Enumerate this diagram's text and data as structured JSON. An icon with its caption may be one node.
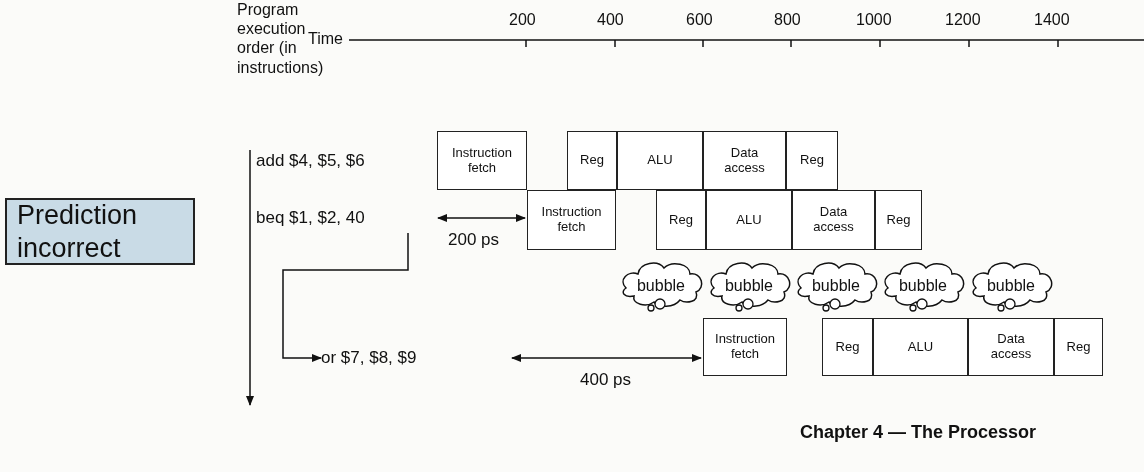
{
  "diagram": {
    "nodes": [
      {
        "text": [
          "Prediction incorrect"
        ]
      },
      {
        "text": [
          "add $4, $5, $6"
        ]
      },
      {
        "text": [
          "beq $1, $2, 40"
        ]
      },
      {
        "text": [
          "or $7, $8, $9"
        ]
      },
      {
        "text": [
          "Instruction fetch"
        ]
      },
      {
        "text": [
          "Reg"
        ]
      },
      {
        "text": [
          "ALU"
        ]
      },
      {
        "text": [
          "Data access"
        ]
      },
      {
        "text": [
          "Reg"
        ]
      },
      {
        "text": [
          "Instruction fetch"
        ]
      },
      {
        "text": [
          "Reg"
        ]
      },
      {
        "text": [
          "ALU"
        ]
      },
      {
        "text": [
          "Data access"
        ]
      },
      {
        "text": [
          "Reg"
        ]
      },
      {
        "text": [
          "bubble"
        ]
      },
      {
        "text": [
          "bubble"
        ]
      },
      {
        "text": [
          "bubble"
        ]
      },
      {
        "text": [
          "bubble"
        ]
      },
      {
        "text": [
          "bubble"
        ]
      },
      {
        "text": [
          "Instruction fetch"
        ]
      },
      {
        "text": [
          "Reg"
        ]
      },
      {
        "text": [
          "ALU"
        ]
      },
      {
        "text": [
          "Data access"
        ]
      },
      {
        "text": [
          "Reg"
        ]
      }
    ],
    "edges": [
      {
        "from": 2,
        "to": 3,
        "arrow": "to"
      }
    ],
    "labels": [
      "Program execution order (in instructions)",
      "Time",
      "200",
      "400",
      "600",
      "800",
      "1000",
      "1200",
      "1400",
      "200 ps",
      "400 ps",
      "Chapter 4 — The Processor"
    ]
  }
}
